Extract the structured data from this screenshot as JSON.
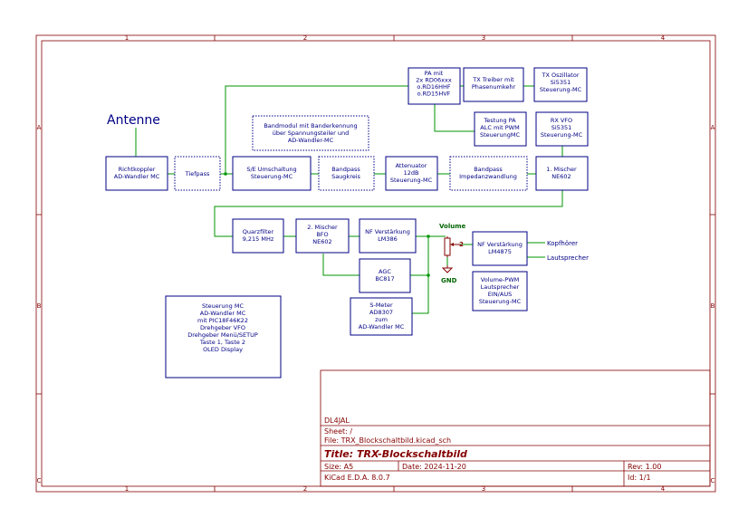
{
  "colors": {
    "border": "#840000",
    "wire": "#009600",
    "block": "#000084",
    "junction": "#009600",
    "power": "#840000",
    "title_red": "#840000",
    "antenna": "#000084"
  },
  "frame": {
    "top_numbers": [
      "1",
      "2",
      "3",
      "4"
    ],
    "bottom_numbers": [
      "1",
      "2",
      "3",
      "4"
    ],
    "left_letters": [
      "A",
      "B",
      "C"
    ],
    "right_letters": [
      "A",
      "B",
      "C"
    ]
  },
  "blocks": {
    "antenne": "Antenne",
    "richtkoppler": [
      "Richtkoppler",
      "AD-Wandler MC"
    ],
    "tiefpass": [
      "Tiefpass"
    ],
    "se_umschaltung": [
      "S/E Umschaltung",
      "Steuerung-MC"
    ],
    "bandpass_saugkreis": [
      "Bandpass",
      "Saugkreis"
    ],
    "attenuator": [
      "Attenuator",
      "12dB",
      "Steuerung-MC"
    ],
    "bandpass_impedanz": [
      "Bandpass",
      "Impedanzwandlung"
    ],
    "mischer1": [
      "1. Mischer",
      "NE602"
    ],
    "bandmodul": [
      "Bandmodul mit Banderkennung",
      "über Spannungsteiler und",
      "AD-Wandler-MC"
    ],
    "pa": [
      "PA mit",
      "2x RD06xxx",
      "o.RD16HHF",
      "o.RD15HVF"
    ],
    "tx_treiber": [
      "TX Treiber mit",
      "Phasenumkehr"
    ],
    "tx_oszillator": [
      "TX Oszillator",
      "Si5351",
      "Steuerung-MC"
    ],
    "testung_pa": [
      "Testung PA",
      "ALC mit PWM",
      "SteuerungMC"
    ],
    "rx_vfo": [
      "RX VFO",
      "Si5351",
      "Steuerung-MC"
    ],
    "quarzfilter": [
      "Quarzfilter",
      "9,215 MHz"
    ],
    "mischer2": [
      "2. Mischer",
      "BFO",
      "NE602"
    ],
    "nf_verst_lm386": [
      "NF Verstärkung",
      "LM386"
    ],
    "nf_verst_lm4875": [
      "NF Verstärkung",
      "LM4875"
    ],
    "agc": [
      "AGC",
      "BC817"
    ],
    "volume_pwm": [
      "Volume-PWM",
      "Lautsprecher",
      "EIN/AUS",
      "Steuerung-MC"
    ],
    "s_meter": [
      "S-Meter",
      "AD8307",
      "zum",
      "AD-Wandler MC"
    ],
    "steuerung_mc": [
      "Steuerung MC",
      "AD-Wandler MC",
      "mit PIC18F46K22",
      "",
      "Drehgeber VFO",
      "Drehgeber Menü/SETUP",
      "Taste 1, Taste 2",
      "OLED Display"
    ]
  },
  "labels": {
    "volume": "Volume",
    "pot_pin": "2",
    "gnd": "GND",
    "kopfhoerer": "Kopfhörer",
    "lautsprecher": "Lautsprecher"
  },
  "title_block": {
    "company": "DL4JAL",
    "sheet": "Sheet: /",
    "file": "File: TRX_Blockschaltbild.kicad_sch",
    "title": "Title: TRX-Blockschaltbild",
    "size": "Size: A5",
    "date": "Date: 2024-11-20",
    "rev": "Rev: 1.00",
    "tool": "KiCad E.D.A. 8.0.7",
    "id": "Id: 1/1"
  }
}
